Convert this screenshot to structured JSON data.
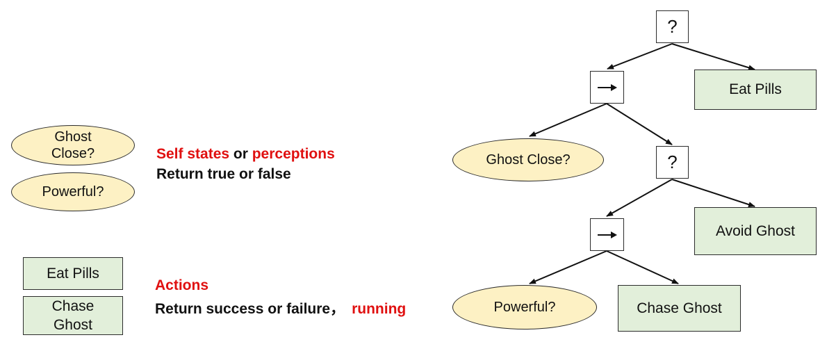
{
  "legend": {
    "conditions": [
      "Ghost\nClose?",
      "Powerful?"
    ],
    "conditions_note": {
      "term1": "Self states",
      "joiner": " or ",
      "term2": "perceptions",
      "line2": "Return true or false"
    },
    "actions": [
      "Eat Pills",
      "Chase\nGhost"
    ],
    "actions_note": {
      "title": "Actions",
      "line2": "Return success or failure，",
      "line2_red": "running"
    }
  },
  "tree": {
    "selector_symbol": "?",
    "sequence_icon": "right-arrow-icon",
    "nodes": {
      "root": "?",
      "eat_pills": "Eat Pills",
      "ghost_close": "Ghost Close?",
      "selector_2": "?",
      "avoid_ghost": "Avoid Ghost",
      "powerful": "Powerful?",
      "chase_ghost": "Chase Ghost"
    }
  },
  "colors": {
    "condition_fill": "#fdf1c4",
    "action_fill": "#e2efda",
    "accent_red": "#e01010"
  }
}
